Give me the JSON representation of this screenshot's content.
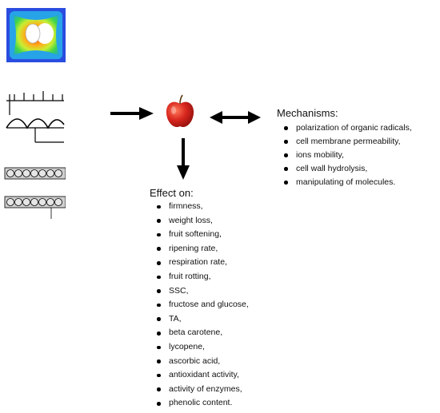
{
  "diagram": {
    "mechanisms": {
      "heading": "Mechanisms:",
      "items": [
        "polarization of organic radicals,",
        "cell membrane permeability,",
        "ions mobility,",
        "cell wall hydrolysis,",
        "manipulating of molecules."
      ]
    },
    "effects": {
      "heading": "Effect on:",
      "items": [
        "firmness,",
        "weight loss,",
        "fruit softening,",
        "ripening rate,",
        "respiration rate,",
        "fruit rotting,",
        "SSC,",
        "fructose and glucose,",
        "TA,",
        "beta carotene,",
        " lycopene,",
        "ascorbic acid,",
        " antioxidant activity,",
        "activity of enzymes,",
        "phenolic content."
      ]
    },
    "colors": {
      "heatmap_outer": "#2a4de0",
      "heatmap_mid": "#3fd44a",
      "heatmap_hot": "#ff2a10",
      "apple_red": "#d8261e",
      "arrow": "#000000"
    }
  }
}
